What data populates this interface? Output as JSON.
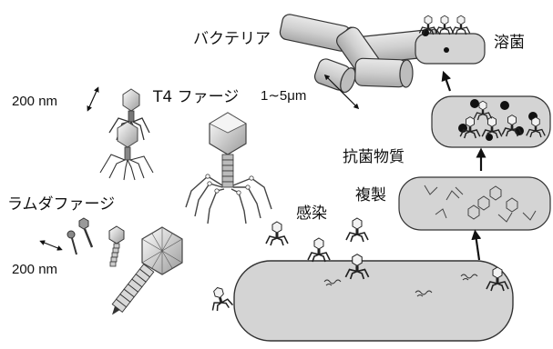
{
  "labels": {
    "bacteria": "バクテリア",
    "lysis": "溶菌",
    "t4_phage": "T4 ファージ",
    "scale_t4": "200 nm",
    "bacteria_size": "1∼5μm",
    "antibacterial": "抗菌物質",
    "replication": "複製",
    "lambda_phage": "ラムダファージ",
    "infection": "感染",
    "scale_lambda": "200 nm"
  },
  "colors": {
    "cell_fill": "#d4d4d4",
    "cell_stroke": "#333333",
    "phage_dark": "#222222",
    "capsid_fill": "#e6e6e6",
    "arrow": "#111111"
  }
}
